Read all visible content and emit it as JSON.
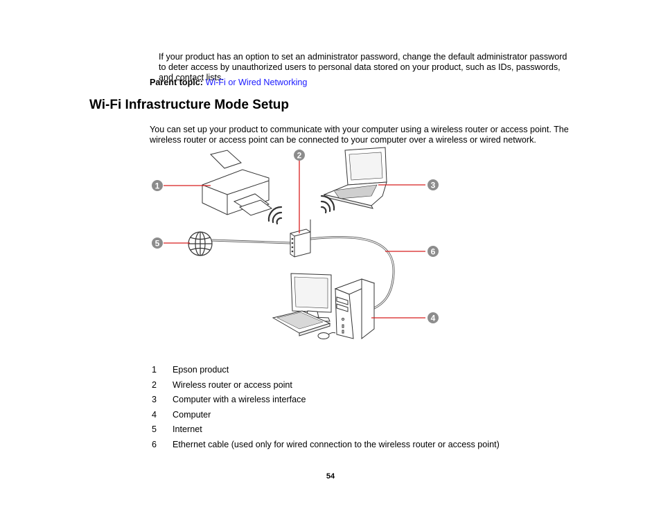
{
  "intro": {
    "paragraph": "If your product has an option to set an administrator password, change the default administrator password to deter access by unauthorized users to personal data stored on your product, such as IDs, passwords, and contact lists."
  },
  "parent_topic": {
    "label": "Parent topic:",
    "link": "Wi-Fi or Wired Networking",
    "link_color": "#1a1aff"
  },
  "section": {
    "title": "Wi-Fi Infrastructure Mode Setup",
    "description": "You can set up your product to communicate with your computer using a wireless router or access point. The wireless router or access point can be connected to your computer over a wireless or wired network."
  },
  "diagram": {
    "callout_color": "#d81e1e",
    "callouts": [
      "1",
      "2",
      "3",
      "4",
      "5",
      "6"
    ]
  },
  "legend": [
    {
      "num": "1",
      "text": "Epson product"
    },
    {
      "num": "2",
      "text": "Wireless router or access point"
    },
    {
      "num": "3",
      "text": "Computer with a wireless interface"
    },
    {
      "num": "4",
      "text": "Computer"
    },
    {
      "num": "5",
      "text": "Internet"
    },
    {
      "num": "6",
      "text": "Ethernet cable (used only for wired connection to the wireless router or access point)"
    }
  ],
  "page_number": "54"
}
